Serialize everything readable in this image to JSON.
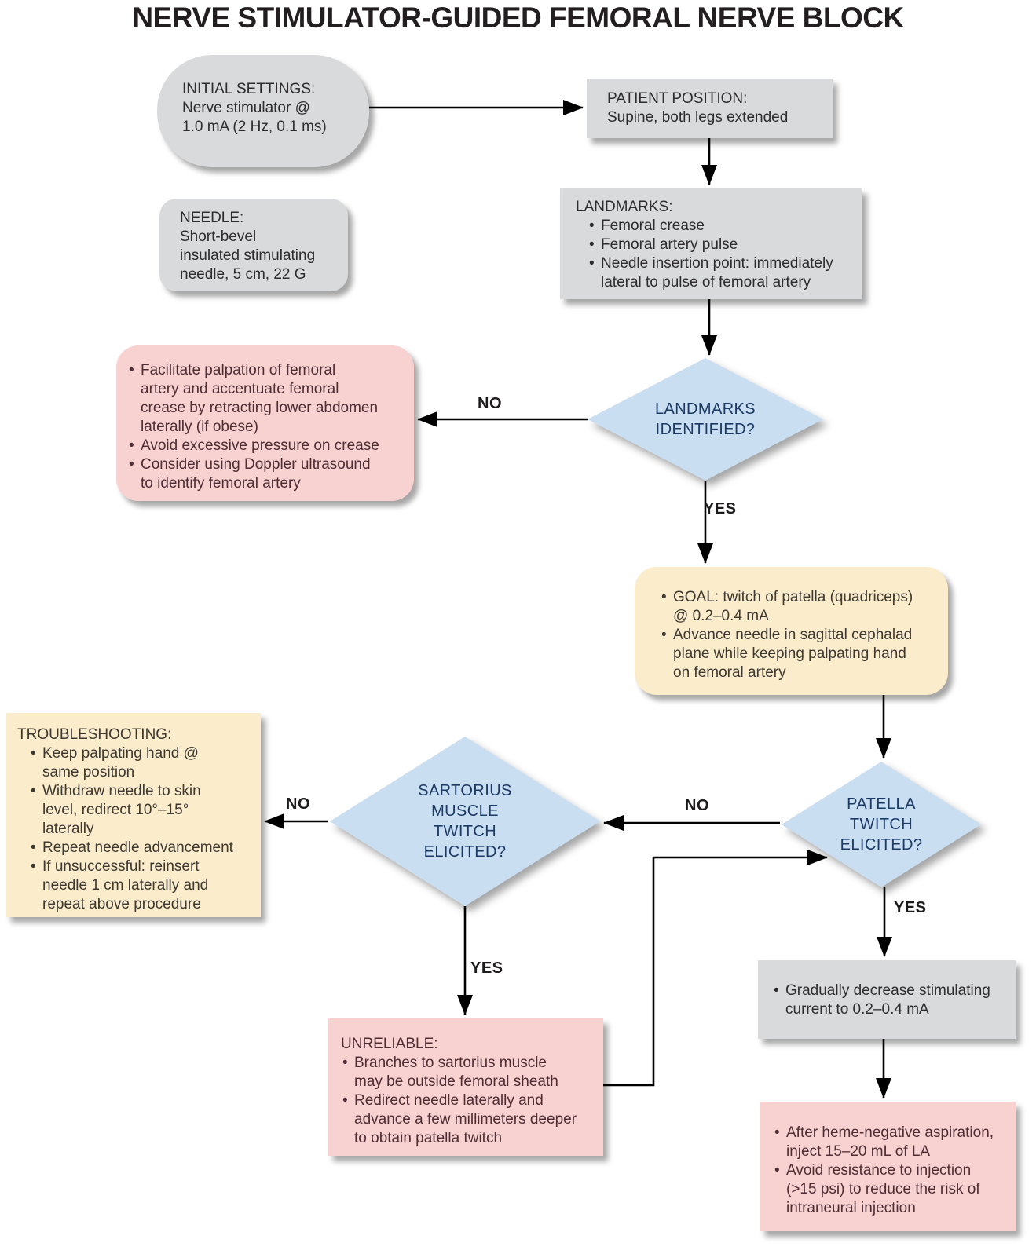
{
  "title": "NERVE STIMULATOR-GUIDED FEMORAL NERVE BLOCK",
  "colors": {
    "title-text": "#231f20",
    "box-gray": "#d9dadb",
    "box-pink": "#f8d2d0",
    "box-cream": "#fbeccb",
    "diamond-blue": "#cadef2",
    "diamond-text": "#1b3a66",
    "gray-text": "#2e2c2d",
    "pink-text": "#4f2d35",
    "cream-text": "#3d3831",
    "line": "#000000"
  },
  "nodes": {
    "initial": {
      "text": "INITIAL SETTINGS:\nNerve stimulator @\n1.0 mA (2 Hz, 0.1 ms)"
    },
    "needle": {
      "text": "NEEDLE:\nShort-bevel\ninsulated stimulating\nneedle, 5 cm, 22 G"
    },
    "patient": {
      "text": "PATIENT POSITION:\nSupine, both legs extended"
    },
    "landmarks": {
      "heading": "LANDMARKS:",
      "bullets": [
        "Femoral crease",
        "Femoral artery pulse",
        "Needle insertion point: immediately\nlateral to pulse of femoral artery"
      ]
    },
    "palpation": {
      "bullets": [
        "Facilitate palpation of femoral\nartery and accentuate femoral\ncrease by retracting lower abdomen\nlaterally (if obese)",
        "Avoid excessive pressure on crease",
        "Consider using Doppler ultrasound\nto identify femoral artery"
      ]
    },
    "landmarks_decision": {
      "label": "LANDMARKS\nIDENTIFIED?"
    },
    "goal": {
      "bullets": [
        "GOAL: twitch of patella (quadriceps)\n@ 0.2–0.4 mA",
        "Advance needle in sagittal cephalad\nplane while keeping palpating hand\non femoral artery"
      ]
    },
    "troubleshooting": {
      "heading": "TROUBLESHOOTING:",
      "bullets": [
        "Keep palpating hand @\nsame position",
        "Withdraw needle to skin\nlevel, redirect 10°–15°\nlaterally",
        "Repeat needle advancement",
        "If unsuccessful: reinsert\nneedle 1 cm laterally and\nrepeat above procedure"
      ]
    },
    "sartorius_decision": {
      "label": "SARTORIUS\nMUSCLE\nTWITCH\nELICITED?"
    },
    "patella_decision": {
      "label": "PATELLA\nTWITCH\nELICITED?"
    },
    "unreliable": {
      "heading": "UNRELIABLE:",
      "bullets": [
        "Branches to sartorius muscle\nmay be outside femoral sheath",
        "Redirect needle laterally and\nadvance a few millimeters deeper\nto obtain patella twitch"
      ]
    },
    "decrease": {
      "bullets": [
        "Gradually decrease stimulating\ncurrent to 0.2–0.4 mA"
      ]
    },
    "inject": {
      "bullets": [
        "After heme-negative aspiration,\ninject 15–20 mL of LA",
        "Avoid resistance to injection\n(>15 psi) to reduce the risk of\nintraneural injection"
      ]
    }
  },
  "edge_labels": {
    "landmarks_no": "NO",
    "landmarks_yes": "YES",
    "patella_no": "NO",
    "sartorius_no": "NO",
    "sartorius_yes": "YES",
    "patella_yes": "YES"
  }
}
